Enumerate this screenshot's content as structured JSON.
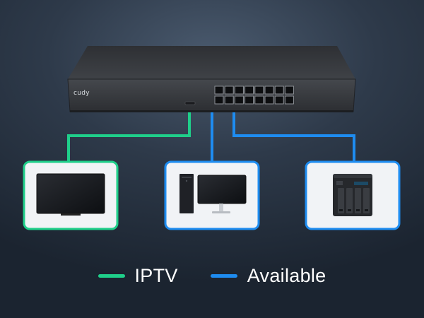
{
  "switch": {
    "brand": "cudy",
    "port_count": 16
  },
  "devices": [
    {
      "name": "tv-icon",
      "link": "iptv"
    },
    {
      "name": "desktop-pc-icon",
      "link": "available"
    },
    {
      "name": "nas-icon",
      "link": "available"
    }
  ],
  "legend": {
    "items": [
      {
        "label": "IPTV",
        "color": "#1fcf8a"
      },
      {
        "label": "Available",
        "color": "#1e8cf0"
      }
    ]
  },
  "colors": {
    "iptv": "#1fcf8a",
    "available": "#1e8cf0",
    "background": "#2b3646",
    "switch_body": "#3a3d41"
  }
}
